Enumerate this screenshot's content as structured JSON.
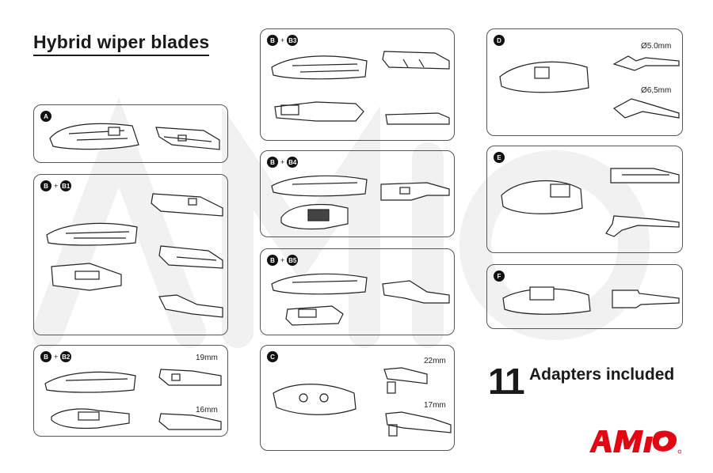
{
  "title": "Hybrid wiper blades",
  "panels": {
    "a": {
      "badges": [
        "A"
      ]
    },
    "b1": {
      "badges": [
        "B",
        "B1"
      ]
    },
    "b2": {
      "badges": [
        "B",
        "B2"
      ],
      "sizes": [
        "19mm",
        "16mm"
      ]
    },
    "b3": {
      "badges": [
        "B",
        "B3"
      ]
    },
    "b4": {
      "badges": [
        "B",
        "B4"
      ]
    },
    "b5": {
      "badges": [
        "B",
        "B5"
      ]
    },
    "c": {
      "badges": [
        "C"
      ],
      "sizes": [
        "22mm",
        "17mm"
      ]
    },
    "d": {
      "badges": [
        "D"
      ],
      "sizes": [
        "Ø5.0mm",
        "Ø6,5mm"
      ]
    },
    "e": {
      "badges": [
        "E"
      ]
    },
    "f": {
      "badges": [
        "F"
      ]
    }
  },
  "plus_sign": "+",
  "footer": {
    "count": "11",
    "text": "Adapters included"
  },
  "logo": {
    "text": "AMiO",
    "color": "#e30613"
  },
  "colors": {
    "ink": "#1a1a1a",
    "border": "#555555",
    "watermark": "#f2f2f2"
  }
}
